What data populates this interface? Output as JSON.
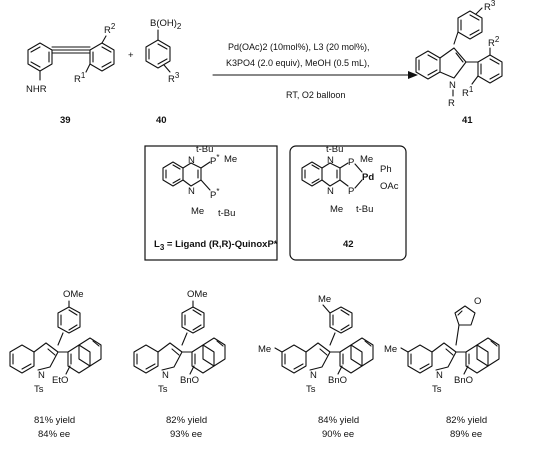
{
  "reaction": {
    "conditions": {
      "line1": "Pd(OAc)2 (10mol%), L3 (20 mol%),",
      "line2": "K3PO4 (2.0 equiv), MeOH (0.5 mL),",
      "line3": "RT, O2 balloon"
    },
    "compounds": {
      "reactant_a": "39",
      "reactant_b": "40",
      "product": "41",
      "complex": "42"
    },
    "atoms": {
      "nhr": "NHR",
      "r1": "R1",
      "r2": "R2",
      "r3": "R3",
      "boh2": "B(OH)2",
      "n": "N",
      "r": "R",
      "plus": "+"
    }
  },
  "ligand_box": {
    "caption": "L3 = Ligand (R,R)-QuinoxP*",
    "tbu": "t-Bu",
    "me": "Me",
    "p": "P",
    "n": "N"
  },
  "complex_box": {
    "caption": "42",
    "pd": "Pd",
    "ph": "Ph",
    "oac": "OAc",
    "tbu": "t-Bu",
    "me": "Me",
    "p": "P",
    "n": "N"
  },
  "products": [
    {
      "top_sub": "OMe",
      "ring_sub": "",
      "n_sub": "Ts",
      "o_sub": "EtO",
      "yield": "81% yield",
      "ee": "84% ee"
    },
    {
      "top_sub": "OMe",
      "ring_sub": "",
      "n_sub": "Ts",
      "o_sub": "BnO",
      "yield": "82% yield",
      "ee": "93% ee"
    },
    {
      "top_sub": "",
      "ring_sub": "Me",
      "n_sub": "Ts",
      "o_sub": "BnO",
      "yield": "84% yield",
      "ee": "90% ee"
    },
    {
      "top_sub": "O",
      "ring_sub": "Me",
      "n_sub": "Ts",
      "o_sub": "BnO",
      "yield": "82% yield",
      "ee": "89% ee"
    }
  ]
}
